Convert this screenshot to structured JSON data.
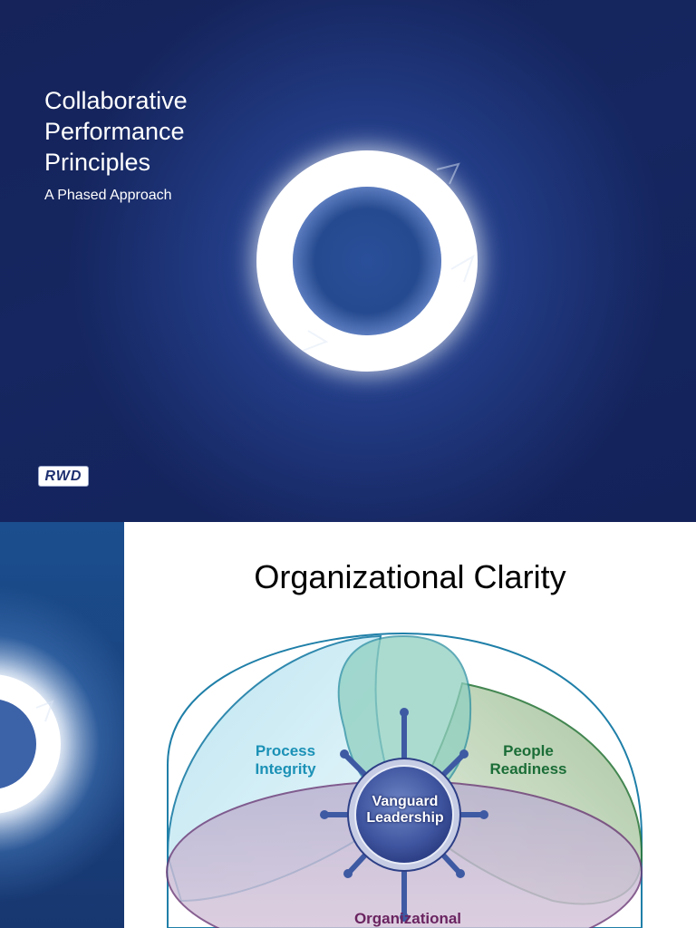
{
  "slide1": {
    "title": "Collaborative\nPerformance\nPrinciples",
    "subtitle": "A Phased Approach",
    "logo_text": "RWD",
    "colors": {
      "background": "#15235a",
      "glow": "#ffffff"
    }
  },
  "slide2": {
    "title": "Organizational Clarity",
    "diagram": {
      "hub_label": "Vanguard\nLeadership",
      "petals": [
        {
          "label": "Process\nIntegrity",
          "color": "#1b91b6"
        },
        {
          "label": "People\nReadiness",
          "color": "#1b6d37"
        },
        {
          "label": "Organizational",
          "color": "#6a2460"
        }
      ],
      "hub_icon": "ship-wheel-icon"
    }
  }
}
